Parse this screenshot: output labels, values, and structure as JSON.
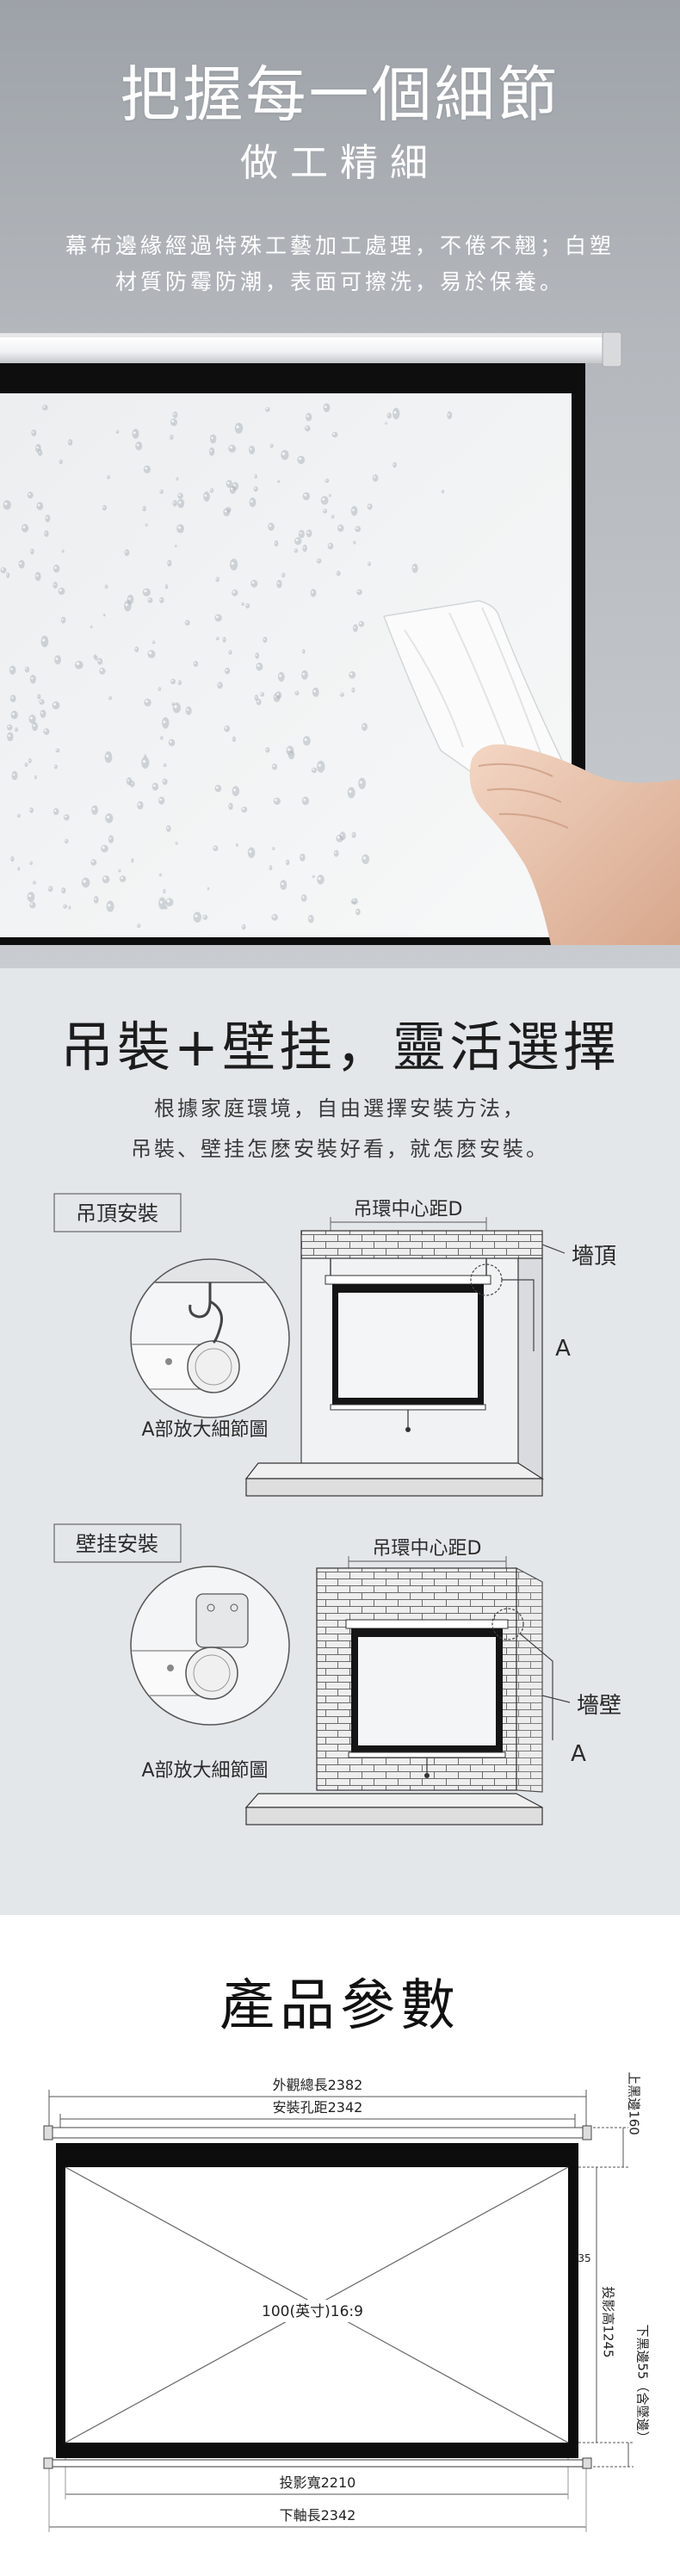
{
  "hero": {
    "title": "把握每一個細節",
    "subtitle": "做工精細",
    "description": [
      "幕布邊緣經過特殊工藝加工處理，不倦不翹；白塑",
      "材質防霉防潮，表面可擦洗，易於保養。"
    ]
  },
  "installation": {
    "title": "吊裝+壁挂，靈活選擇",
    "description": [
      "根據家庭環境，自由選擇安裝方法，",
      "吊裝、壁挂怎麽安裝好看，就怎麽安裝。"
    ],
    "ceiling": {
      "label": "吊頂安裝",
      "detail_caption": "A部放大細節圖",
      "hook_distance": "吊環中心距D",
      "surface": "墻頂",
      "callout": "A"
    },
    "wall": {
      "label": "壁挂安裝",
      "detail_caption": "A部放大細節圖",
      "hook_distance": "吊環中心距D",
      "surface": "墻壁",
      "callout": "A"
    }
  },
  "specs": {
    "title": "產品參數",
    "overall_length": "外觀總長2382",
    "hole_spacing": "安裝孔距2342",
    "top_border": "上黑邊160",
    "side_border": "35",
    "screen_size": "100(英寸)16:9",
    "projection_height": "投影高1245",
    "bottom_border": "下黑邊55（含墜邊）",
    "projection_width": "投影寬2210",
    "bottom_axis_length": "下軸長2342"
  },
  "colors": {
    "hero_background": "#a9adb3",
    "install_background": "#e4e7ea",
    "screen_frame": "#0e0e0f",
    "screen_surface": "#f2f3f4"
  }
}
